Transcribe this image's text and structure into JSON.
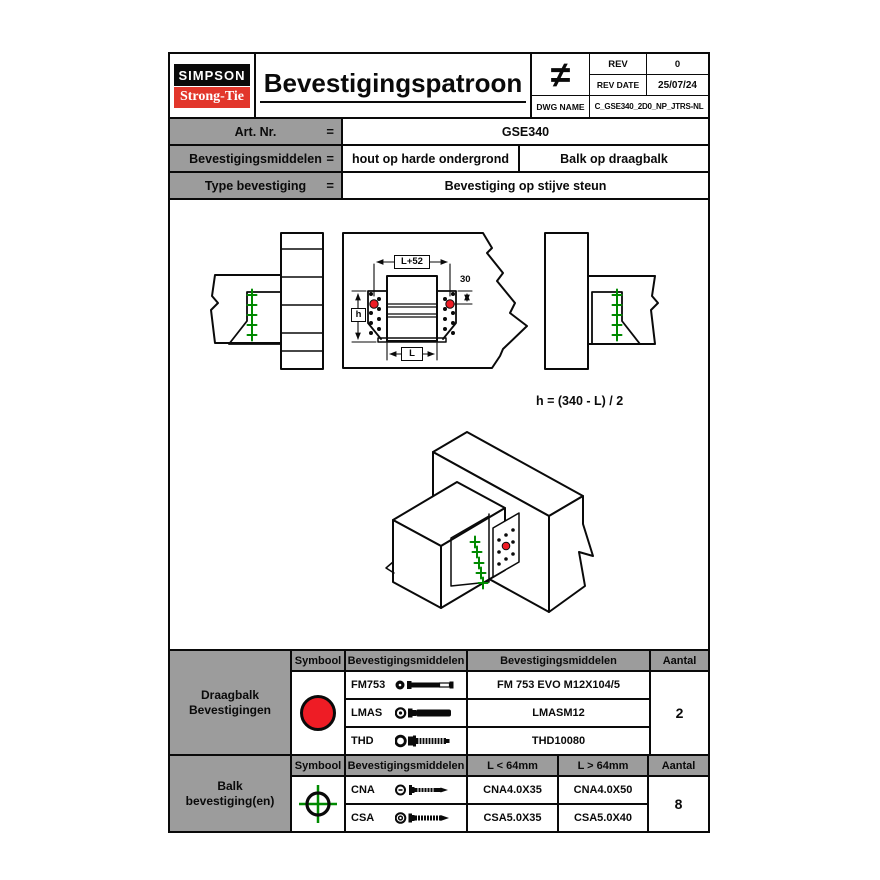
{
  "header": {
    "logo_line1": "SIMPSON",
    "logo_line2": "Strong-Tie",
    "title": "Bevestigingspatroon",
    "neq_symbol": "≠",
    "rev_label": "REV",
    "rev_value": "0",
    "rev_date_label": "REV DATE",
    "rev_date_value": "25/07/24",
    "dwg_label": "DWG NAME",
    "dwg_value": "C_GSE340_2D0_NP_JTRS-NL"
  },
  "info_rows": {
    "art": {
      "label": "Art. Nr.",
      "eq": "=",
      "value": "GSE340"
    },
    "middelen": {
      "label": "Bevestigingsmiddelen",
      "eq": "=",
      "value1": "hout op harde ondergrond",
      "value2": "Balk op draagbalk"
    },
    "type": {
      "label": "Type bevestiging",
      "eq": "=",
      "value": "Bevestiging op stijve steun"
    }
  },
  "drawing": {
    "dim_top": "L+52",
    "dim_offset": "30",
    "dim_height": "h",
    "dim_width": "L",
    "formula": "h = (340 - L) / 2"
  },
  "tables": {
    "draagbalk": {
      "label_line1": "Draagbalk",
      "label_line2": "Bevestigingen",
      "headers": [
        "Symbool",
        "Bevestigingsmiddelen",
        "Bevestigingsmiddelen",
        "Aantal"
      ],
      "rows": [
        {
          "code": "FM753",
          "product": "FM 753 EVO M12X104/5"
        },
        {
          "code": "LMAS",
          "product": "LMASM12"
        },
        {
          "code": "THD",
          "product": "THD10080"
        }
      ],
      "aantal": "2"
    },
    "balk": {
      "label_line1": "Balk",
      "label_line2": "bevestiging(en)",
      "headers": [
        "Symbool",
        "Bevestigingsmiddelen",
        "L < 64mm",
        "L > 64mm",
        "Aantal"
      ],
      "rows": [
        {
          "code": "CNA",
          "l_small": "CNA4.0X35",
          "l_large": "CNA4.0X50"
        },
        {
          "code": "CSA",
          "l_small": "CSA5.0X35",
          "l_large": "CSA5.0X40"
        }
      ],
      "aantal": "8"
    }
  },
  "colors": {
    "accent_red": "#ee1c25",
    "marker_green": "#008a00",
    "cell_gray": "#9c9c9c",
    "logo_red": "#e2362b",
    "line_black": "#0a0a0a"
  }
}
